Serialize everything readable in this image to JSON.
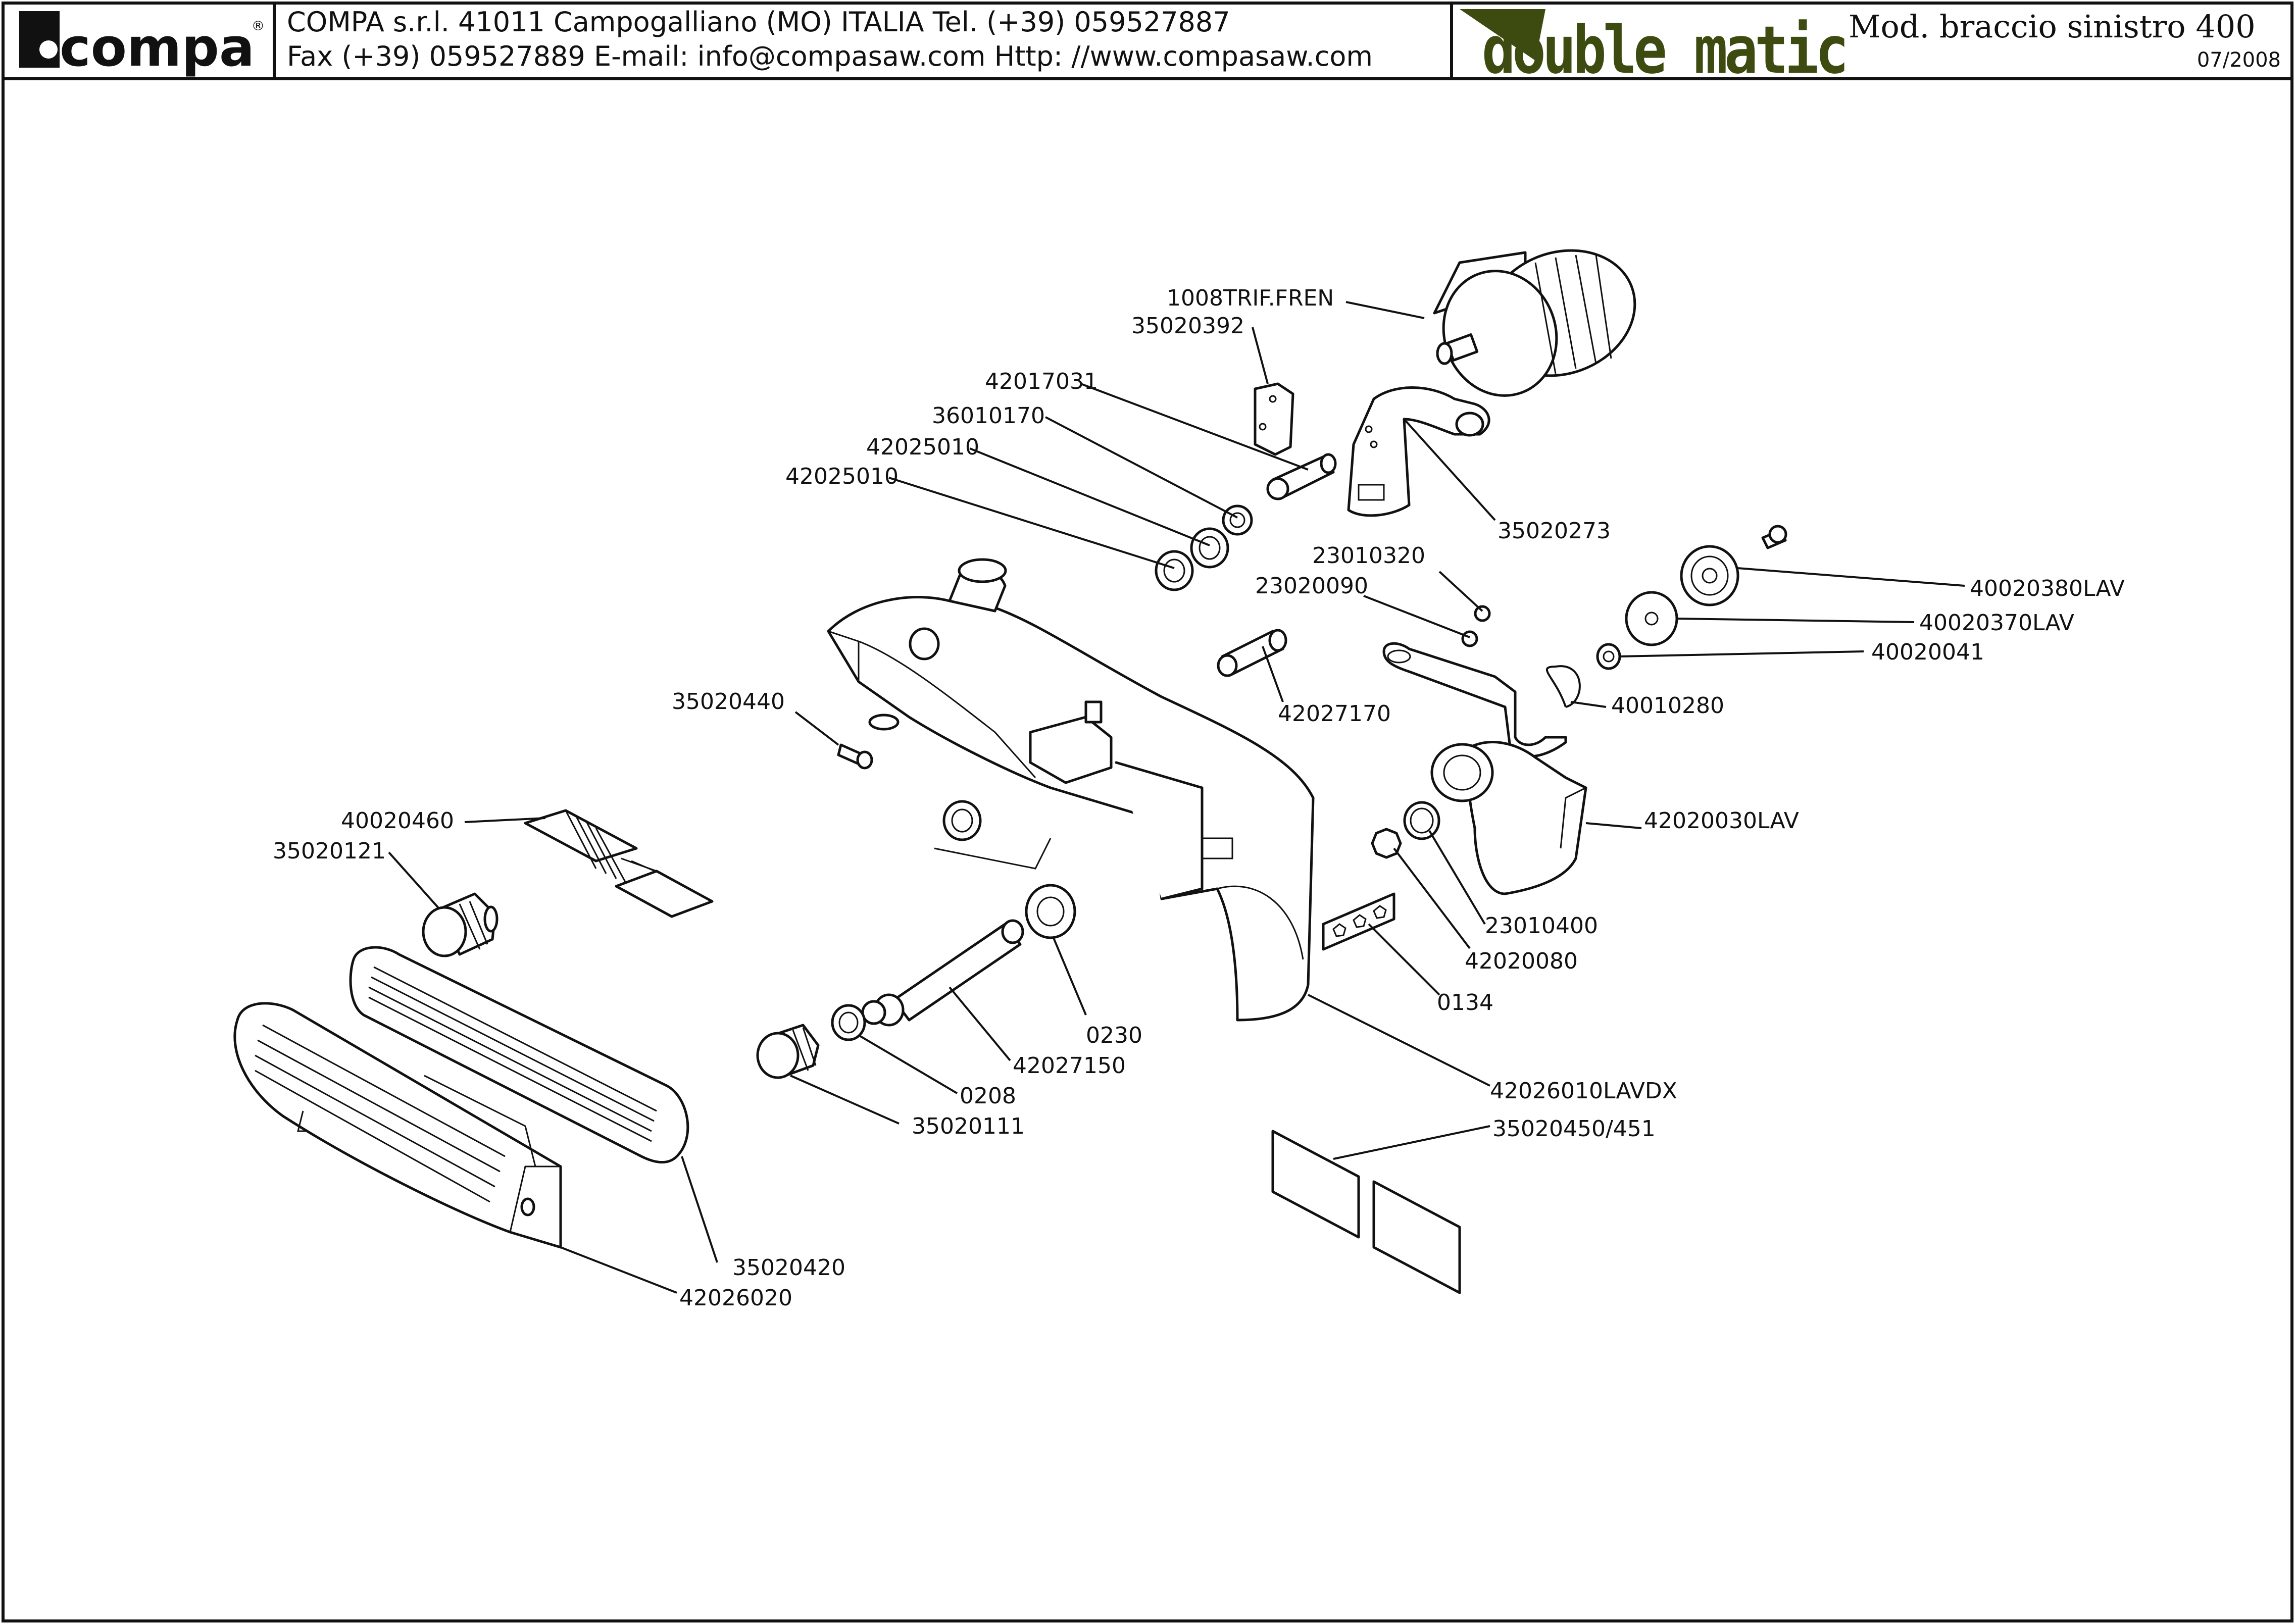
{
  "header": {
    "brand_logo": "compa",
    "registered_mark": "®",
    "address_line1": "COMPA s.r.l. 41011 Campogalliano (MO) ITALIA Tel. (+39) 059527887",
    "address_line2": "Fax (+39) 059527889 E-mail: info@compasaw.com Http: //www.compasaw.com",
    "product_logo": "double matic",
    "model": "Mod. braccio sinistro 400",
    "date": "07/2008"
  },
  "colors": {
    "line": "#111111",
    "product_logo": "#3d4a10",
    "background": "#ffffff"
  },
  "labels": {
    "l_1008trif": "1008TRIF.FREN",
    "l_35020392": "35020392",
    "l_42017031": "42017031",
    "l_36010170": "36010170",
    "l_42025010a": "42025010",
    "l_42025010b": "42025010",
    "l_35020273": "35020273",
    "l_23010320": "23010320",
    "l_23020090": "23020090",
    "l_40020380": "40020380LAV",
    "l_40020370": "40020370LAV",
    "l_40020041": "40020041",
    "l_40010280": "40010280",
    "l_42027170": "42027170",
    "l_35020440": "35020440",
    "l_40020460": "40020460",
    "l_35020121": "35020121",
    "l_42020030": "42020030LAV",
    "l_23010400": "23010400",
    "l_42020080": "42020080",
    "l_0134": "0134",
    "l_0230": "0230",
    "l_42027150": "42027150",
    "l_0208": "0208",
    "l_35020111": "35020111",
    "l_42026010": "42026010LAVDX",
    "l_35020450": "35020450/451",
    "l_35020420": "35020420",
    "l_42026020": "42026020"
  }
}
